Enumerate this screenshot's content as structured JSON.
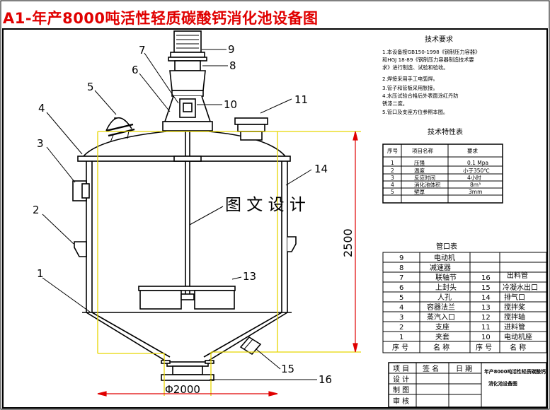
{
  "title": "A1-年产8000吨活性轻质碳酸钙消化池设备图",
  "watermark": "图 文 设 计",
  "callouts": [
    "1",
    "2",
    "3",
    "4",
    "5",
    "6",
    "7",
    "8",
    "9",
    "10",
    "11",
    "13",
    "14",
    "15",
    "16"
  ],
  "dimensions": {
    "height": "2500",
    "diameter": "Φ2000"
  },
  "tech_requirements": {
    "heading": "技术要求",
    "items": [
      "1.本设备按GB150-1998《钢制压力容器》",
      "和HGJ 18-89《钢制压力容器制造技术要",
      "求》进行制造、试验和验收。",
      "2.焊接采用手工电弧焊。",
      "3.管子和管板采用胀接。",
      "4.水压试验合格后外表面涂红丹防",
      "锈漆二度。",
      "5.管口及支座方位参照本图。"
    ]
  },
  "spec_table": {
    "heading": "技术特性表",
    "headers": [
      "序号",
      "项目名称",
      "要求"
    ],
    "rows": [
      [
        "1",
        "压强",
        "0.1 Mpa"
      ],
      [
        "2",
        "温度",
        "小于350℃"
      ],
      [
        "3",
        "反应时间",
        "4小时"
      ],
      [
        "4",
        "消化池体积",
        "8m³"
      ],
      [
        "5",
        "壁厚",
        "3mm"
      ]
    ]
  },
  "nozzle_table": {
    "heading": "管口表",
    "rows": [
      [
        "9",
        "电动机",
        "",
        ""
      ],
      [
        "8",
        "减速器",
        "",
        ""
      ],
      [
        "7",
        "联轴节",
        "16",
        "出料管"
      ],
      [
        "6",
        "上封头",
        "15",
        "冷凝水出口"
      ],
      [
        "5",
        "人孔",
        "14",
        "排气口"
      ],
      [
        "4",
        "容器法兰",
        "13",
        "搅拌桨"
      ],
      [
        "3",
        "蒸汽入口",
        "12",
        "搅拌轴"
      ],
      [
        "2",
        "支座",
        "11",
        "进料管"
      ],
      [
        "1",
        "夹套",
        "10",
        "电动机座"
      ]
    ],
    "footer": [
      "序 号",
      "名 称",
      "序 号",
      "名 称"
    ]
  },
  "title_block": {
    "labels": [
      "项 目",
      "签 名",
      "日 期"
    ],
    "roles": [
      "设 计",
      "制 图",
      "审 核"
    ],
    "drawing_name_line1": "年产8000吨活性轻质碳酸钙",
    "drawing_name_line2": "消化池设备图"
  }
}
